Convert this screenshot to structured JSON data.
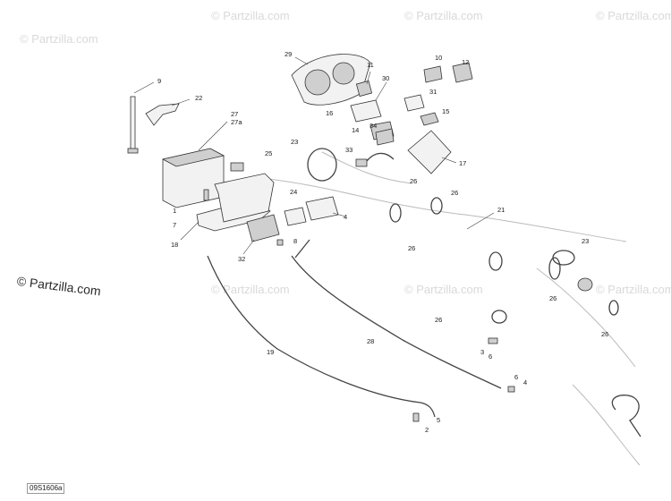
{
  "watermarks": [
    {
      "id": "wm1",
      "text": "© Partzilla.com"
    },
    {
      "id": "wm2",
      "text": "© Partzilla.com"
    },
    {
      "id": "wm3",
      "text": "© Partzilla.com"
    },
    {
      "id": "wm4",
      "text": "© Partzilla.com"
    },
    {
      "id": "wm5",
      "text": "© Partzilla.com"
    },
    {
      "id": "wm6",
      "text": "© Partzilla.com"
    },
    {
      "id": "wm7",
      "text": "© Partzilla.com"
    }
  ],
  "main_watermark": "© Partzilla.com",
  "diagram_code": "09S1606a",
  "callouts": [
    "9",
    "22",
    "27",
    "27a",
    "1",
    "7",
    "18",
    "25",
    "29",
    "11",
    "30",
    "16",
    "14",
    "10",
    "12",
    "31",
    "15",
    "34",
    "23",
    "33",
    "17",
    "24",
    "4",
    "32",
    "8",
    "26",
    "26",
    "26",
    "21",
    "23",
    "26",
    "26",
    "19",
    "28",
    "26",
    "3",
    "6",
    "6",
    "4",
    "5",
    "2"
  ]
}
